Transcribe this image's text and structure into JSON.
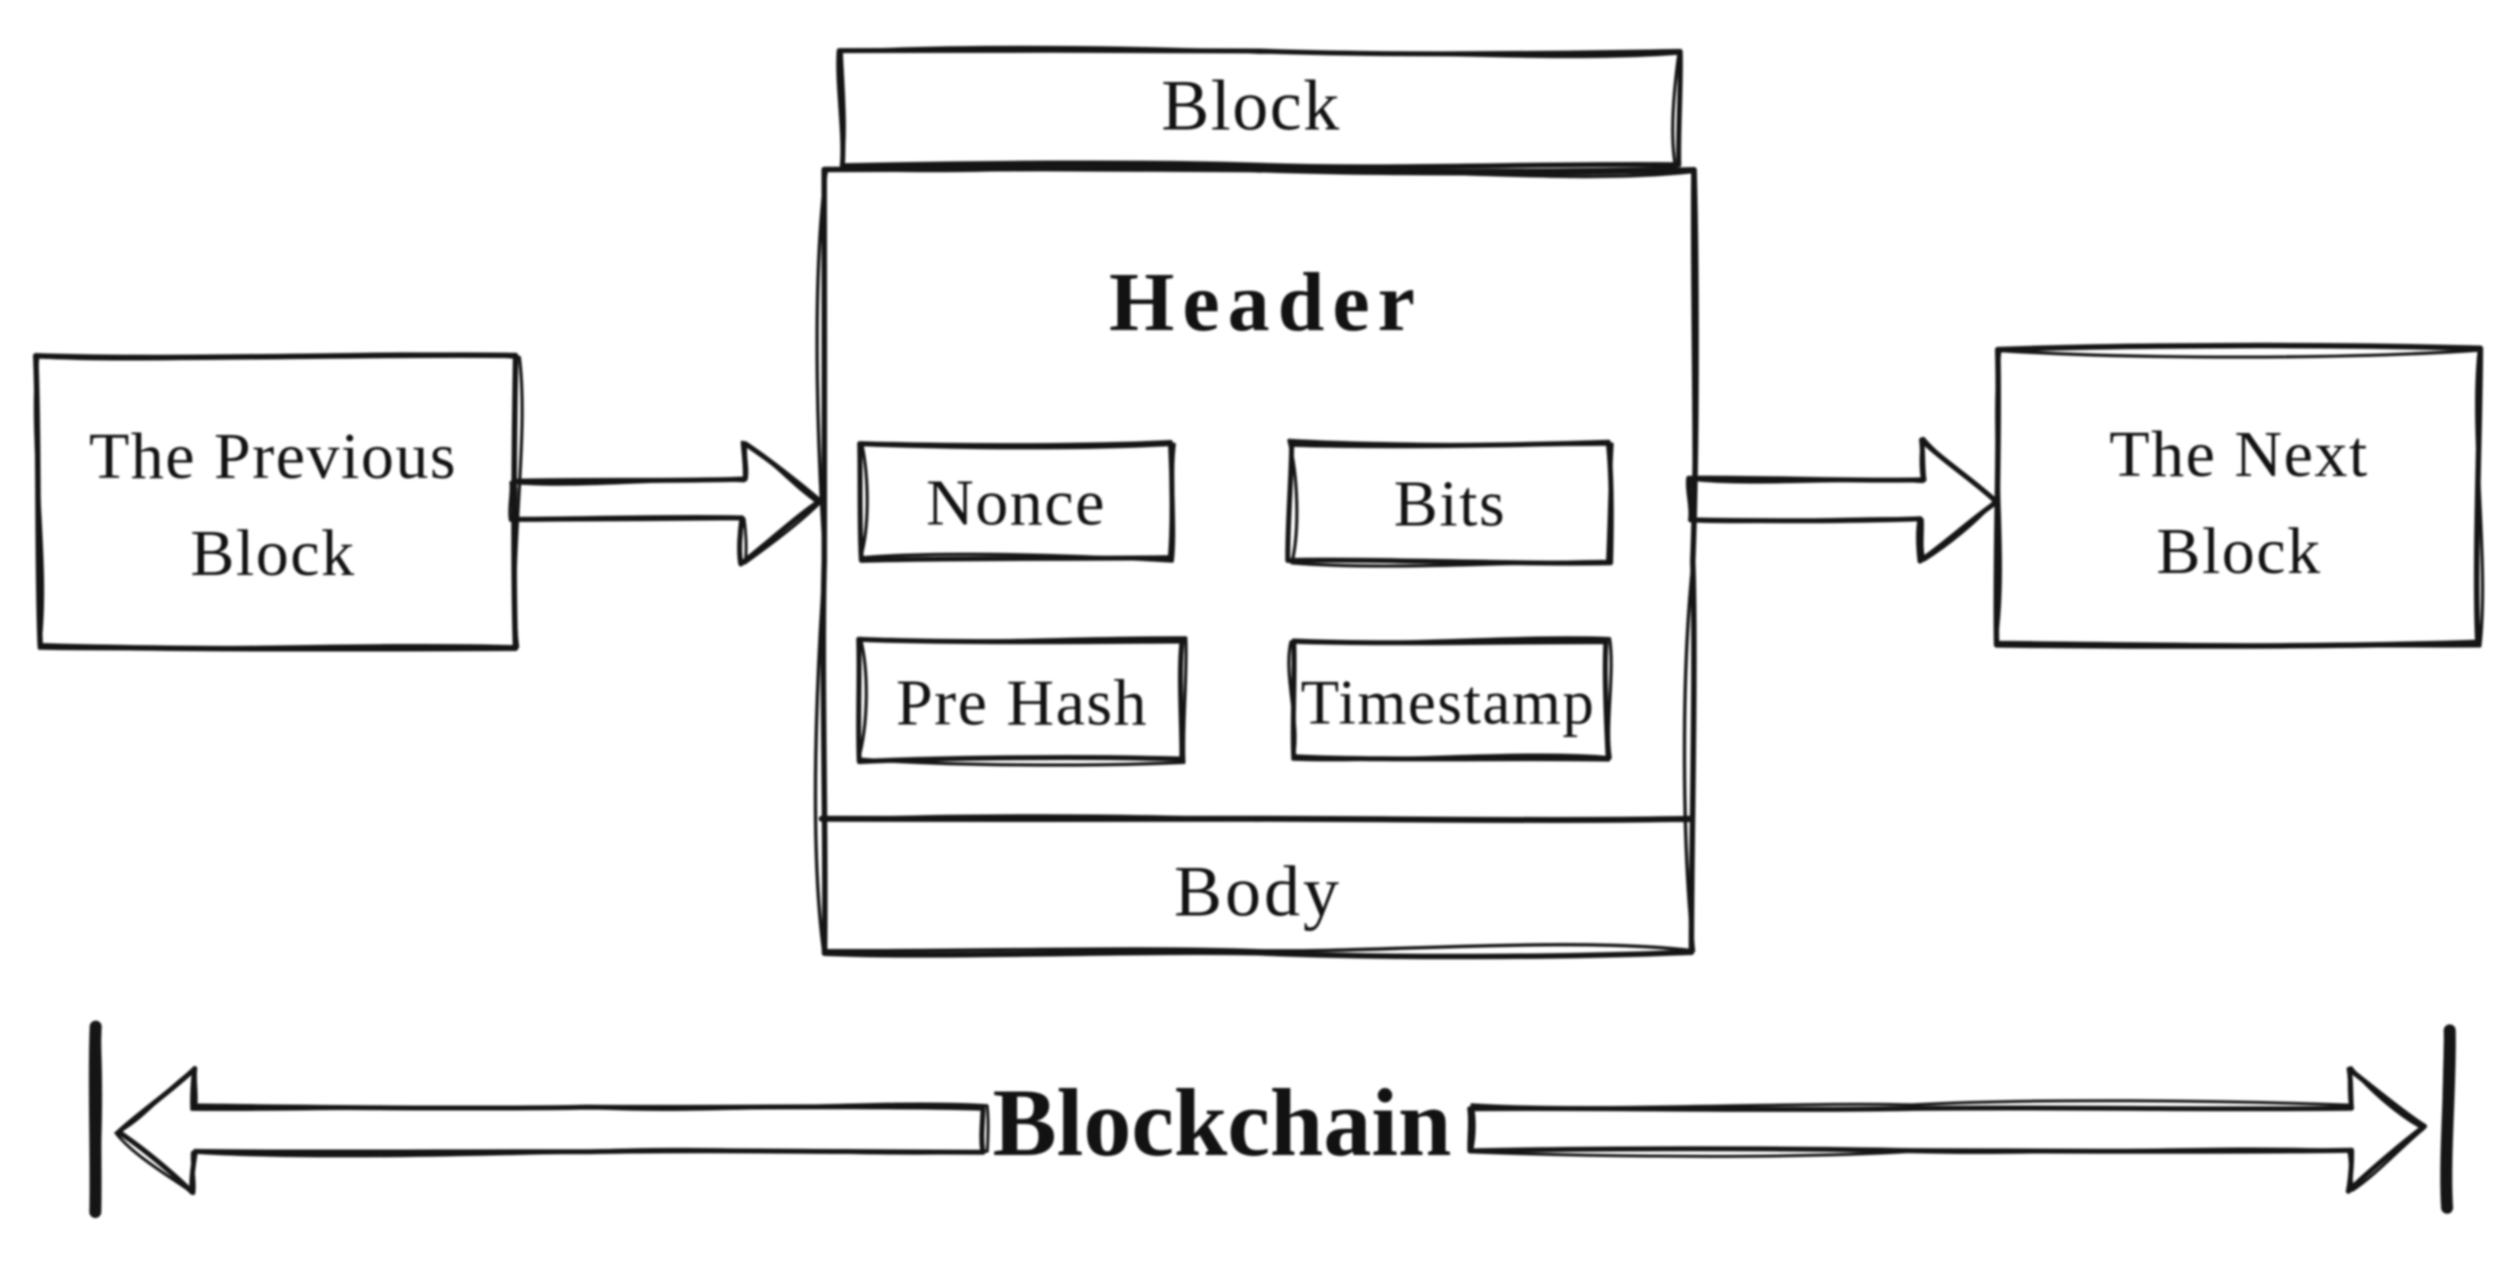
{
  "page": {
    "background_color": "#ffffff",
    "ink_color": "#151515"
  },
  "block": {
    "label": "Block",
    "header": {
      "title": "Header",
      "fields": [
        "Nonce",
        "Bits",
        "Pre Hash",
        "Timestamp"
      ]
    },
    "body_label": "Body"
  },
  "previous_block": {
    "line1": "The Previous",
    "line2": "Block"
  },
  "next_block": {
    "line1": "The Next",
    "line2": "Block"
  },
  "blockchain_label": "Blockchain"
}
